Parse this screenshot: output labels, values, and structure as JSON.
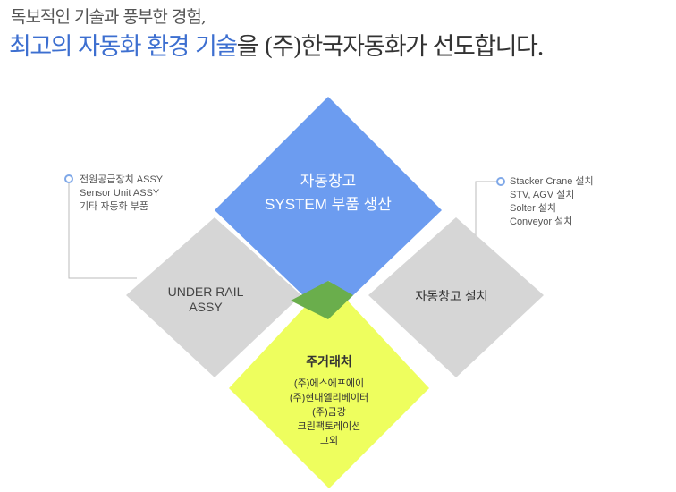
{
  "header": {
    "line1": "독보적인 기술과 풍부한 경험,",
    "line2_highlight": "최고의 자동화 환경 기술",
    "line2_rest": "을 (주)한국자동화가 선도합니다."
  },
  "diagram": {
    "top": {
      "title": "자동창고",
      "subtitle": "SYSTEM 부품 생산"
    },
    "left": {
      "line1": "UNDER RAIL",
      "line2": "ASSY"
    },
    "right": {
      "title": "자동창고 설치"
    },
    "bottom": {
      "title": "주거래처",
      "items": [
        "(주)에스에프에이",
        "(주)현대엘리베이터",
        "(주)금강",
        "크린팩토레이션",
        "그외"
      ]
    }
  },
  "notes": {
    "left": [
      "전원공급장치 ASSY",
      "Sensor Unit ASSY",
      "기타 자동화 부품"
    ],
    "right": [
      "Stacker Crane 설치",
      "STV, AGV 설치",
      "Solter 설치",
      "Conveyor 설치"
    ]
  },
  "colors": {
    "highlight": "#3d6fd0",
    "top_diamond": "#6c9cf0",
    "side_diamonds": "#d6d6d6",
    "bottom_diamond": "#eefe5e",
    "overlap": "#6aae4c",
    "bullet": "#7fa8e8"
  }
}
